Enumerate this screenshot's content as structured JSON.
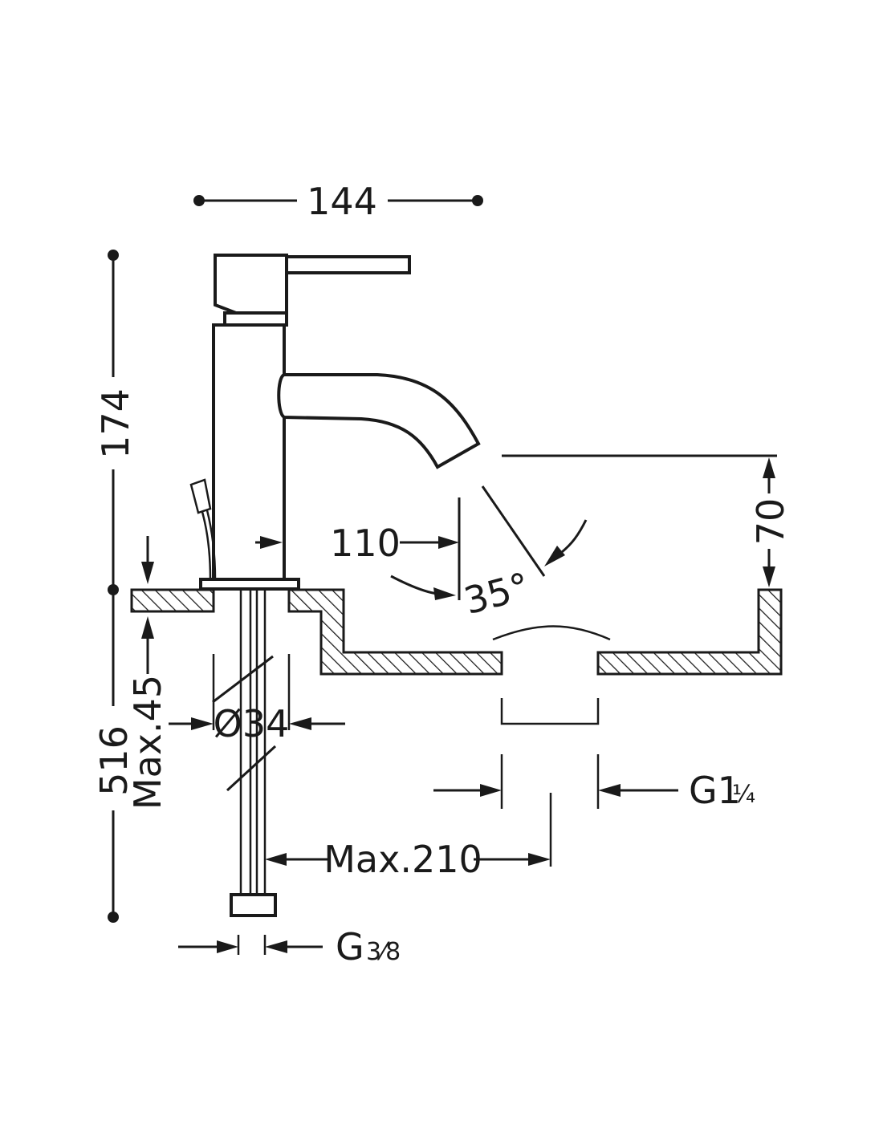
{
  "dimensions": {
    "overall_width": "144",
    "overall_height": "174",
    "max_deck_thickness": "Max.45",
    "total_length": "516",
    "spout_reach": "110",
    "spout_angle": "35°",
    "spout_clearance": "70",
    "body_diameter": "Ø34",
    "waste_thread_main": "G1",
    "waste_thread_fraction": "¼",
    "max_distance": "Max.210",
    "hose_thread_main": "G",
    "hose_thread_fraction": "3⁄8"
  }
}
